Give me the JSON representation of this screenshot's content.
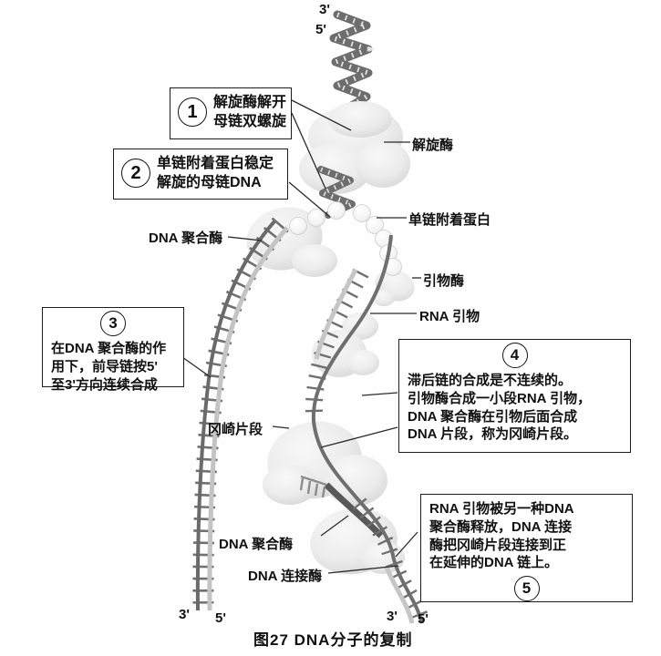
{
  "figure": {
    "caption": "图27 DNA分子的复制"
  },
  "terminals": {
    "top_3": "3'",
    "top_5": "5'",
    "bottom_left_3": "3'",
    "bottom_left_5": "5'",
    "bottom_right_3": "3'",
    "bottom_right_5": "5'"
  },
  "labels": {
    "helicase": "解旋酶",
    "ssb_protein": "单链附着蛋白",
    "dna_polymerase_top": "DNA 聚合酶",
    "primase": "引物酶",
    "rna_primer": "RNA 引物",
    "okazaki_fragment": "冈崎片段",
    "dna_polymerase_bottom": "DNA 聚合酶",
    "dna_ligase": "DNA 连接酶"
  },
  "steps": [
    {
      "number": "1",
      "lines": [
        "解旋酶解开",
        "母链双螺旋"
      ]
    },
    {
      "number": "2",
      "lines": [
        "单链附着蛋白稳定",
        "解旋的母链DNA"
      ]
    },
    {
      "number": "3",
      "lines": [
        "在DNA 聚合酶的作",
        "用下，前导链按5'",
        "至3'方向连续合成"
      ]
    },
    {
      "number": "4",
      "lines": [
        "滞后链的合成是不连续的。",
        "引物酶合成一小段RNA 引物，",
        "DNA 聚合酶在引物后面合成",
        "DNA 片段，称为冈崎片段。"
      ]
    },
    {
      "number": "5",
      "lines": [
        "RNA 引物被另一种DNA",
        "聚合酶释放，DNA 连接",
        "酶把冈崎片段连接到正",
        "在延伸的DNA 链上。"
      ]
    }
  ],
  "colors": {
    "strand": "#6e6e6e",
    "light_rail": "#c6c6c6",
    "blob": "#e9e9e9",
    "ink": "#1a1a1a"
  }
}
